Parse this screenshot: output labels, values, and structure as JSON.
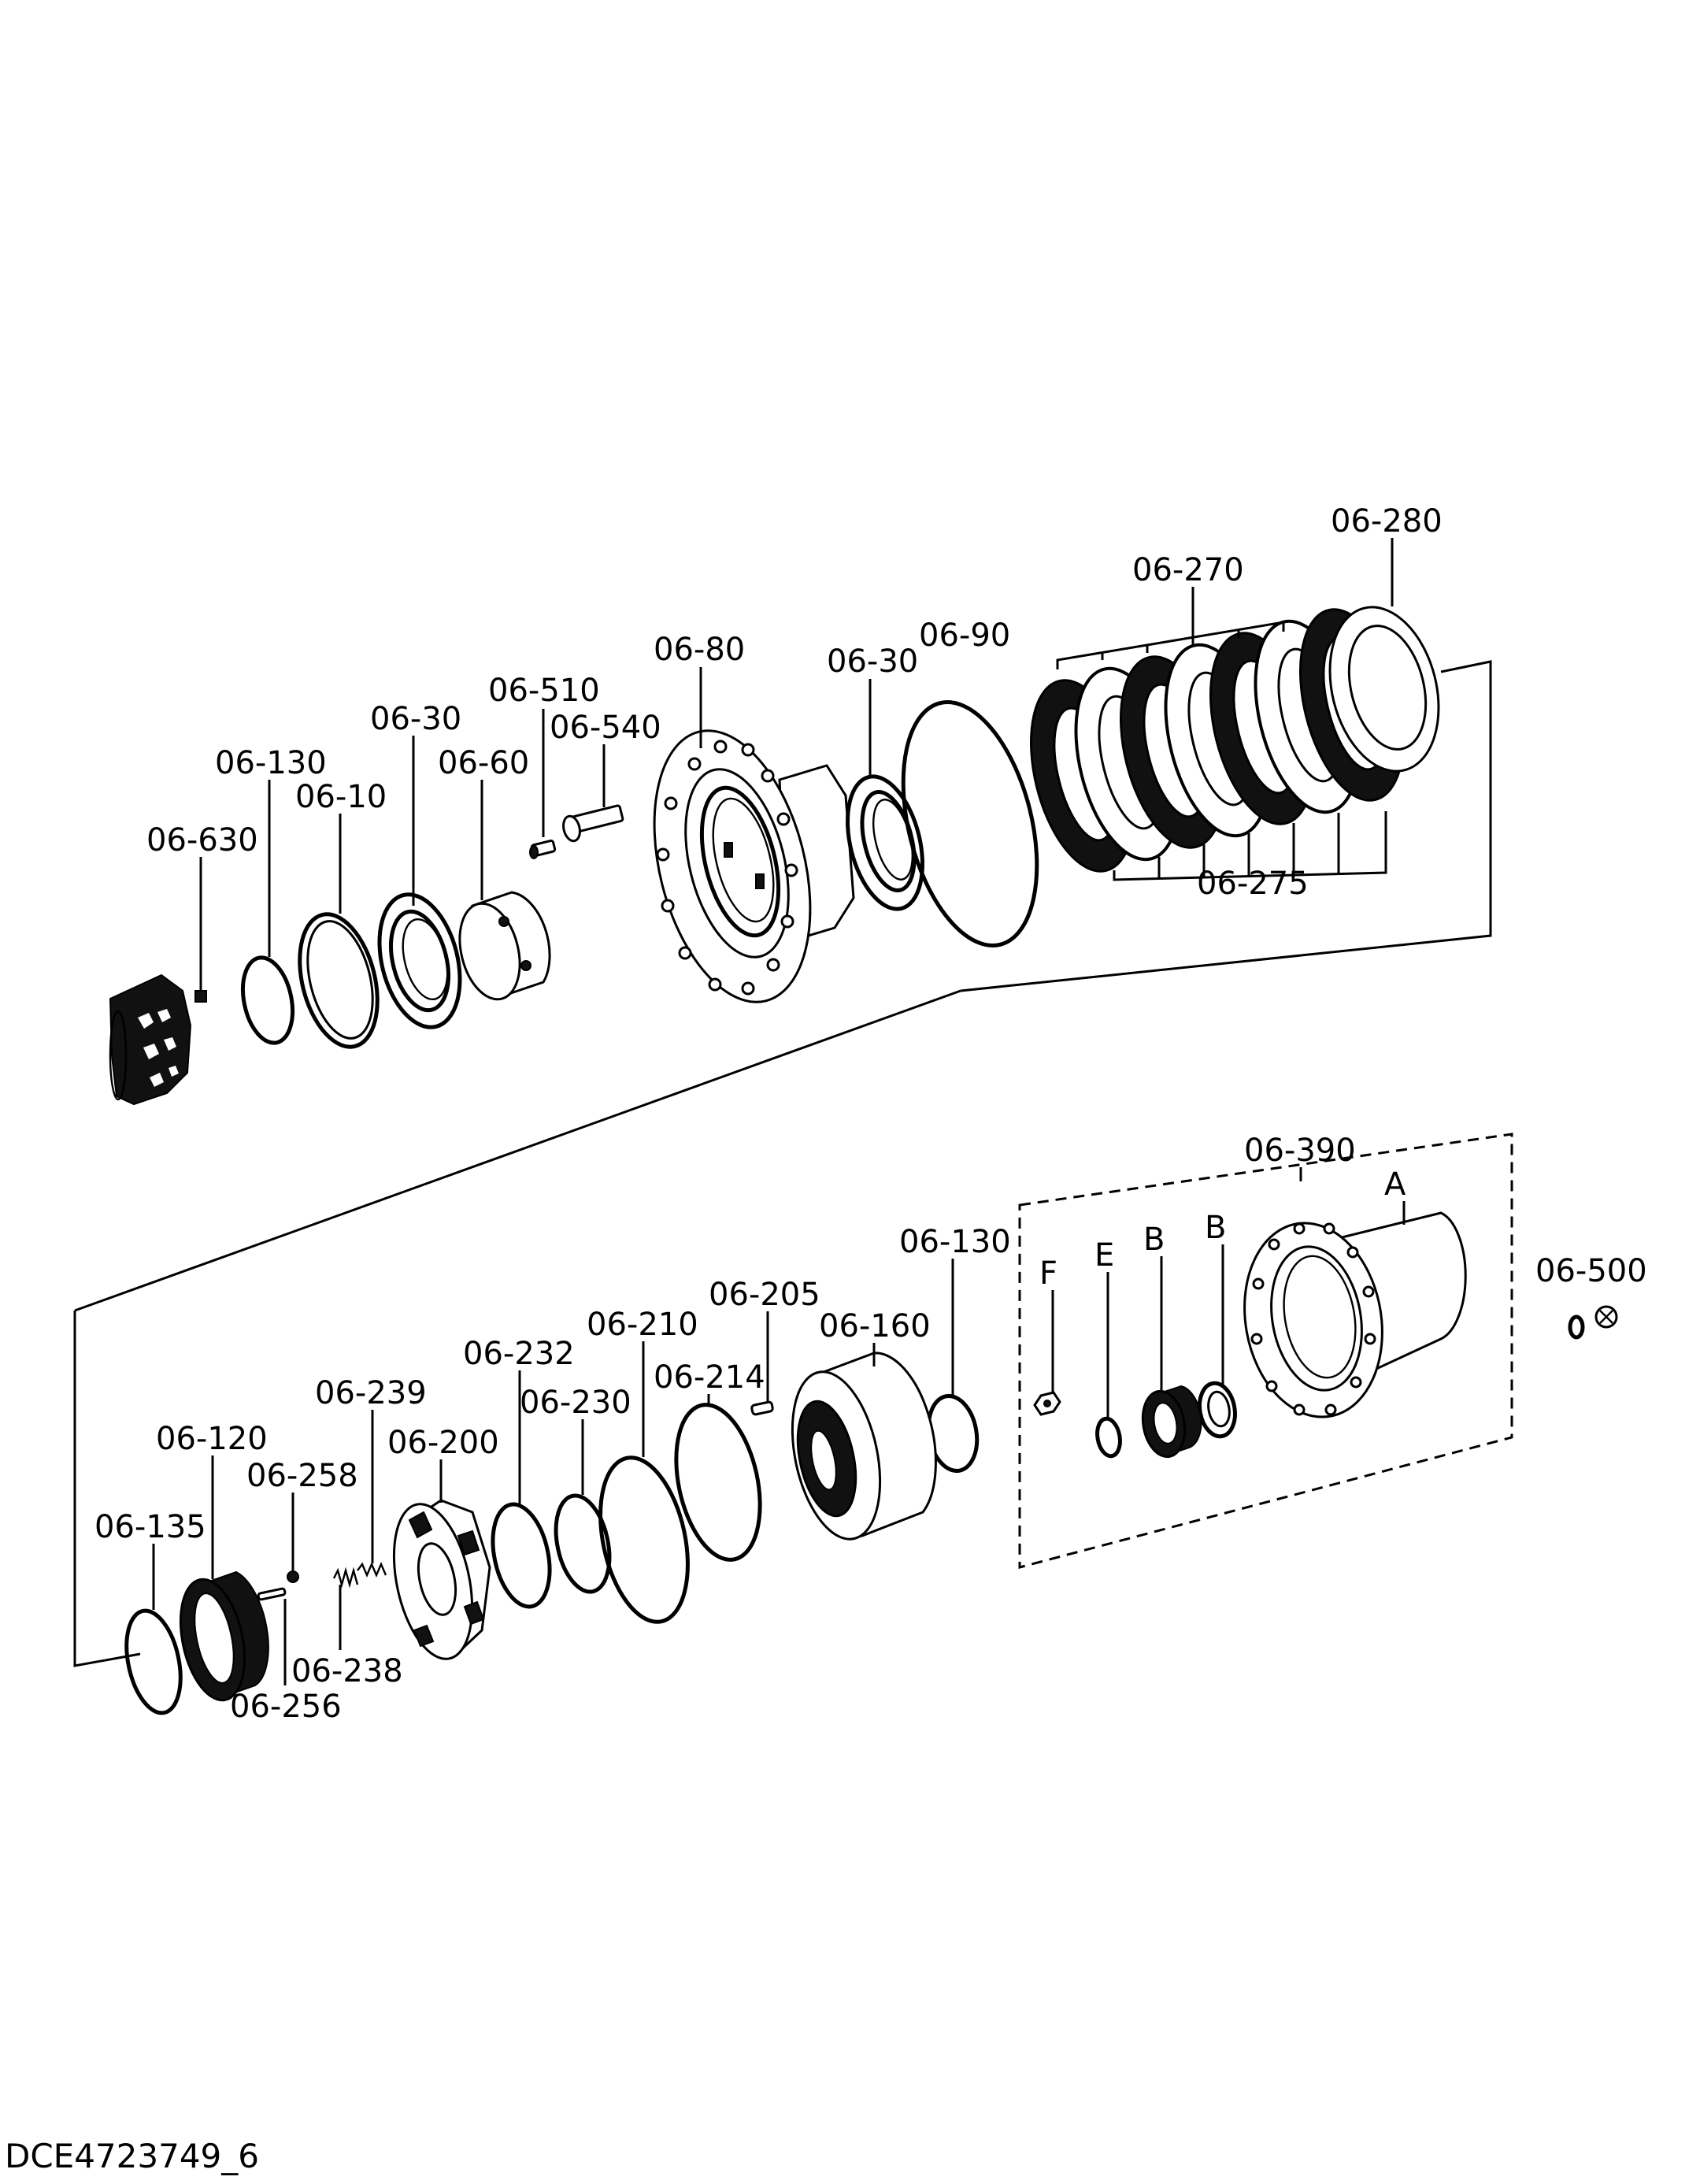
{
  "drawing_id": "DCE4723749_6",
  "labels": {
    "l_06_280": "06-280",
    "l_06_270": "06-270",
    "l_06_275": "06-275",
    "l_06_90": "06-90",
    "l_06_30_b": "06-30",
    "l_06_80": "06-80",
    "l_06_510": "06-510",
    "l_06_540": "06-540",
    "l_06_30_a": "06-30",
    "l_06_60": "06-60",
    "l_06_130_a": "06-130",
    "l_06_10": "06-10",
    "l_06_630": "06-630",
    "l_06_390": "06-390",
    "l_A": "A",
    "l_B1": "B",
    "l_B2": "B",
    "l_E": "E",
    "l_F": "F",
    "l_06_500": "06-500",
    "l_06_130_b": "06-130",
    "l_06_205": "06-205",
    "l_06_160": "06-160",
    "l_06_210": "06-210",
    "l_06_214": "06-214",
    "l_06_232": "06-232",
    "l_06_230": "06-230",
    "l_06_239": "06-239",
    "l_06_200": "06-200",
    "l_06_120": "06-120",
    "l_06_258": "06-258",
    "l_06_135": "06-135",
    "l_06_238": "06-238",
    "l_06_256": "06-256"
  }
}
